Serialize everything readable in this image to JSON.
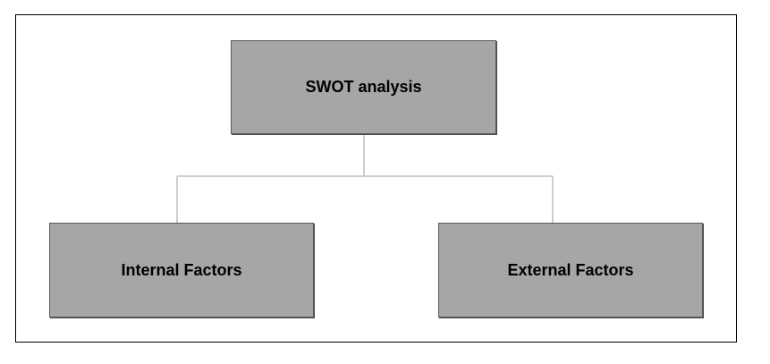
{
  "diagram": {
    "root": {
      "label": "SWOT analysis"
    },
    "children": [
      {
        "label": "Internal Factors"
      },
      {
        "label": "External Factors"
      }
    ]
  },
  "colors": {
    "node_fill": "#a6a6a6",
    "node_border": "#595959",
    "connector": "#bfbfbf",
    "frame_border": "#000000"
  }
}
